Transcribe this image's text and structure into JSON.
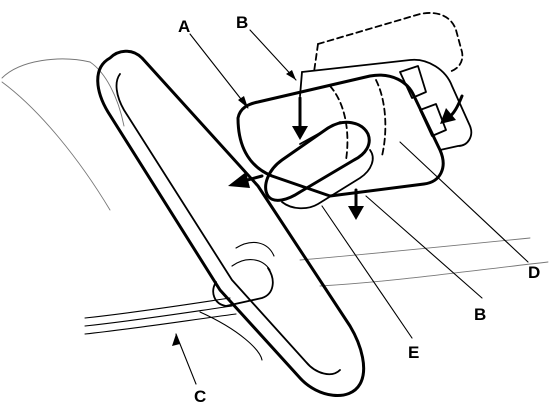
{
  "callouts": {
    "a": "A",
    "b_top": "B",
    "b_bottom": "B",
    "c": "C",
    "d": "D",
    "e": "E"
  }
}
